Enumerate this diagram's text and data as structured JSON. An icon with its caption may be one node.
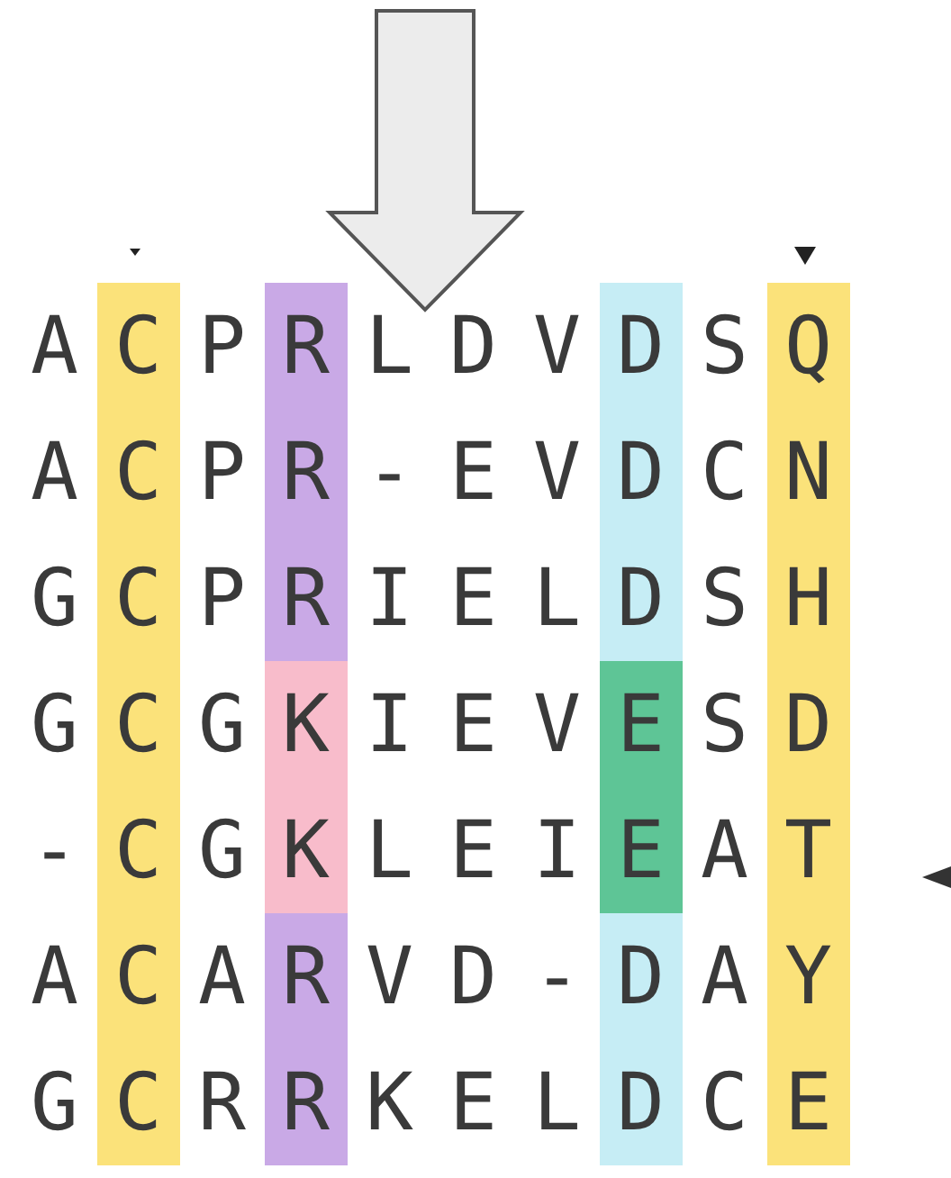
{
  "diagram": {
    "labels": [
      "A",
      "C",
      "P",
      "R",
      "L",
      "D",
      "V",
      "D",
      "S",
      "Q",
      "A",
      "C",
      "P",
      "R",
      "-",
      "E",
      "V",
      "D",
      "C",
      "N",
      "G",
      "C",
      "P",
      "R",
      "I",
      "E",
      "L",
      "D",
      "S",
      "H",
      "G",
      "C",
      "G",
      "K",
      "I",
      "E",
      "V",
      "E",
      "S",
      "D",
      "-",
      "C",
      "G",
      "K",
      "L",
      "E",
      "I",
      "E",
      "A",
      "T",
      "A",
      "C",
      "A",
      "R",
      "V",
      "D",
      "-",
      "D",
      "A",
      "Y",
      "G",
      "C",
      "R",
      "R",
      "K",
      "E",
      "L",
      "D",
      "C",
      "E"
    ]
  }
}
